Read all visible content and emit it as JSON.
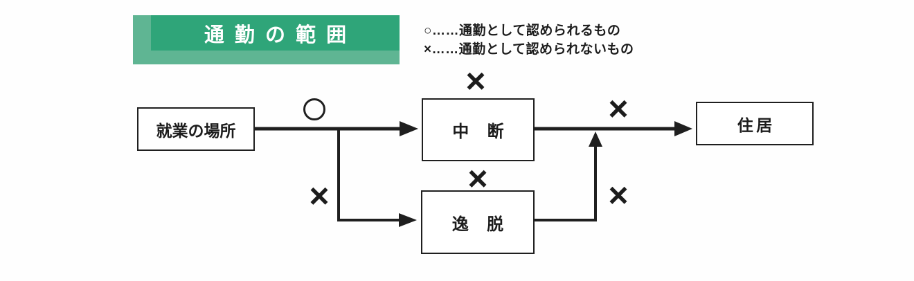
{
  "title_banner": {
    "label": "通勤の範囲",
    "dark_green": "#2fa579",
    "light_green": "#5fb593"
  },
  "legend": {
    "items": [
      "○……通勤として認められるもの",
      "×……通勤として認められないもの"
    ]
  },
  "diagram": {
    "nodes": {
      "workplace": "就業の場所",
      "interruption": "中断",
      "deviation": "逸脱",
      "residence": "住居"
    },
    "marks": {
      "allowed": "○",
      "not_allowed": "×"
    },
    "line_color": "#1f1f1f"
  }
}
